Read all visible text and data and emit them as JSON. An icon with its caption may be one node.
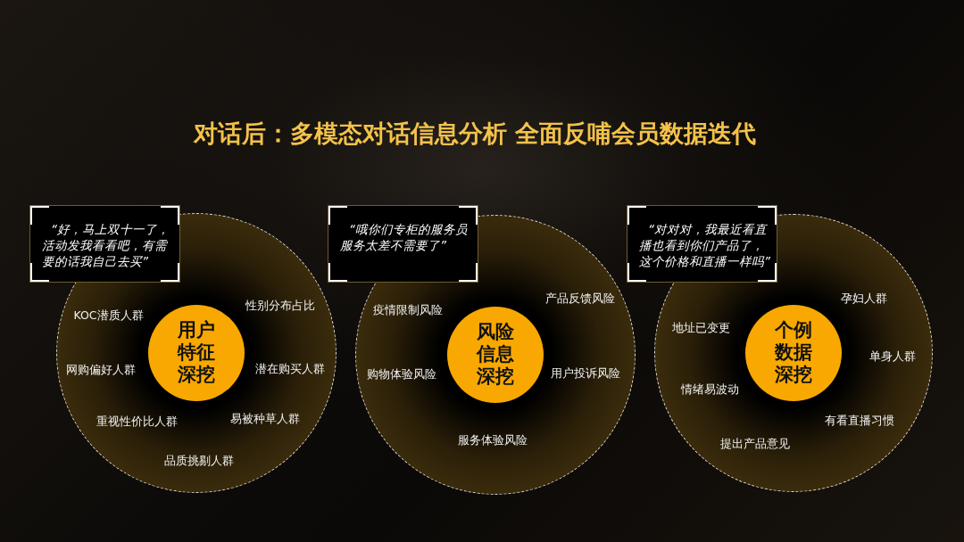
{
  "diagram": {
    "title": "对话后：多模态对话信息分析 全面反哺会员数据迭代",
    "nodes": [
      {
        "text": [
          "“好，马上双十一了，活动发我看看吧，有需要的话我自己去买”"
        ]
      },
      {
        "text": [
          "KOC潜质人群",
          "性别分布占比",
          "网购偏好人群",
          "潜在购买人群",
          "重视性价比人群",
          "易被种草人群",
          "品质挑剔人群"
        ]
      },
      {
        "text": [
          "用户特征深挖"
        ],
        "in": 1
      },
      {
        "text": [
          "“哦你们专柜的服务员服务太差不需要了”"
        ]
      },
      {
        "text": [
          "疫情限制风险",
          "产品反馈风险",
          "购物体验风险",
          "用户投诉风险",
          "服务体验风险"
        ]
      },
      {
        "text": [
          "风险信息深挖"
        ],
        "in": 4
      },
      {
        "text": [
          "“对对对，我最近看直播也看到你们产品了，这个价格和直播一样吗”"
        ]
      },
      {
        "text": [
          "孕妇人群",
          "地址已变更",
          "单身人群",
          "情绪易波动",
          "有看直播习惯",
          "提出产品意见"
        ]
      },
      {
        "text": [
          "个例数据深挖"
        ],
        "in": 7
      }
    ]
  }
}
